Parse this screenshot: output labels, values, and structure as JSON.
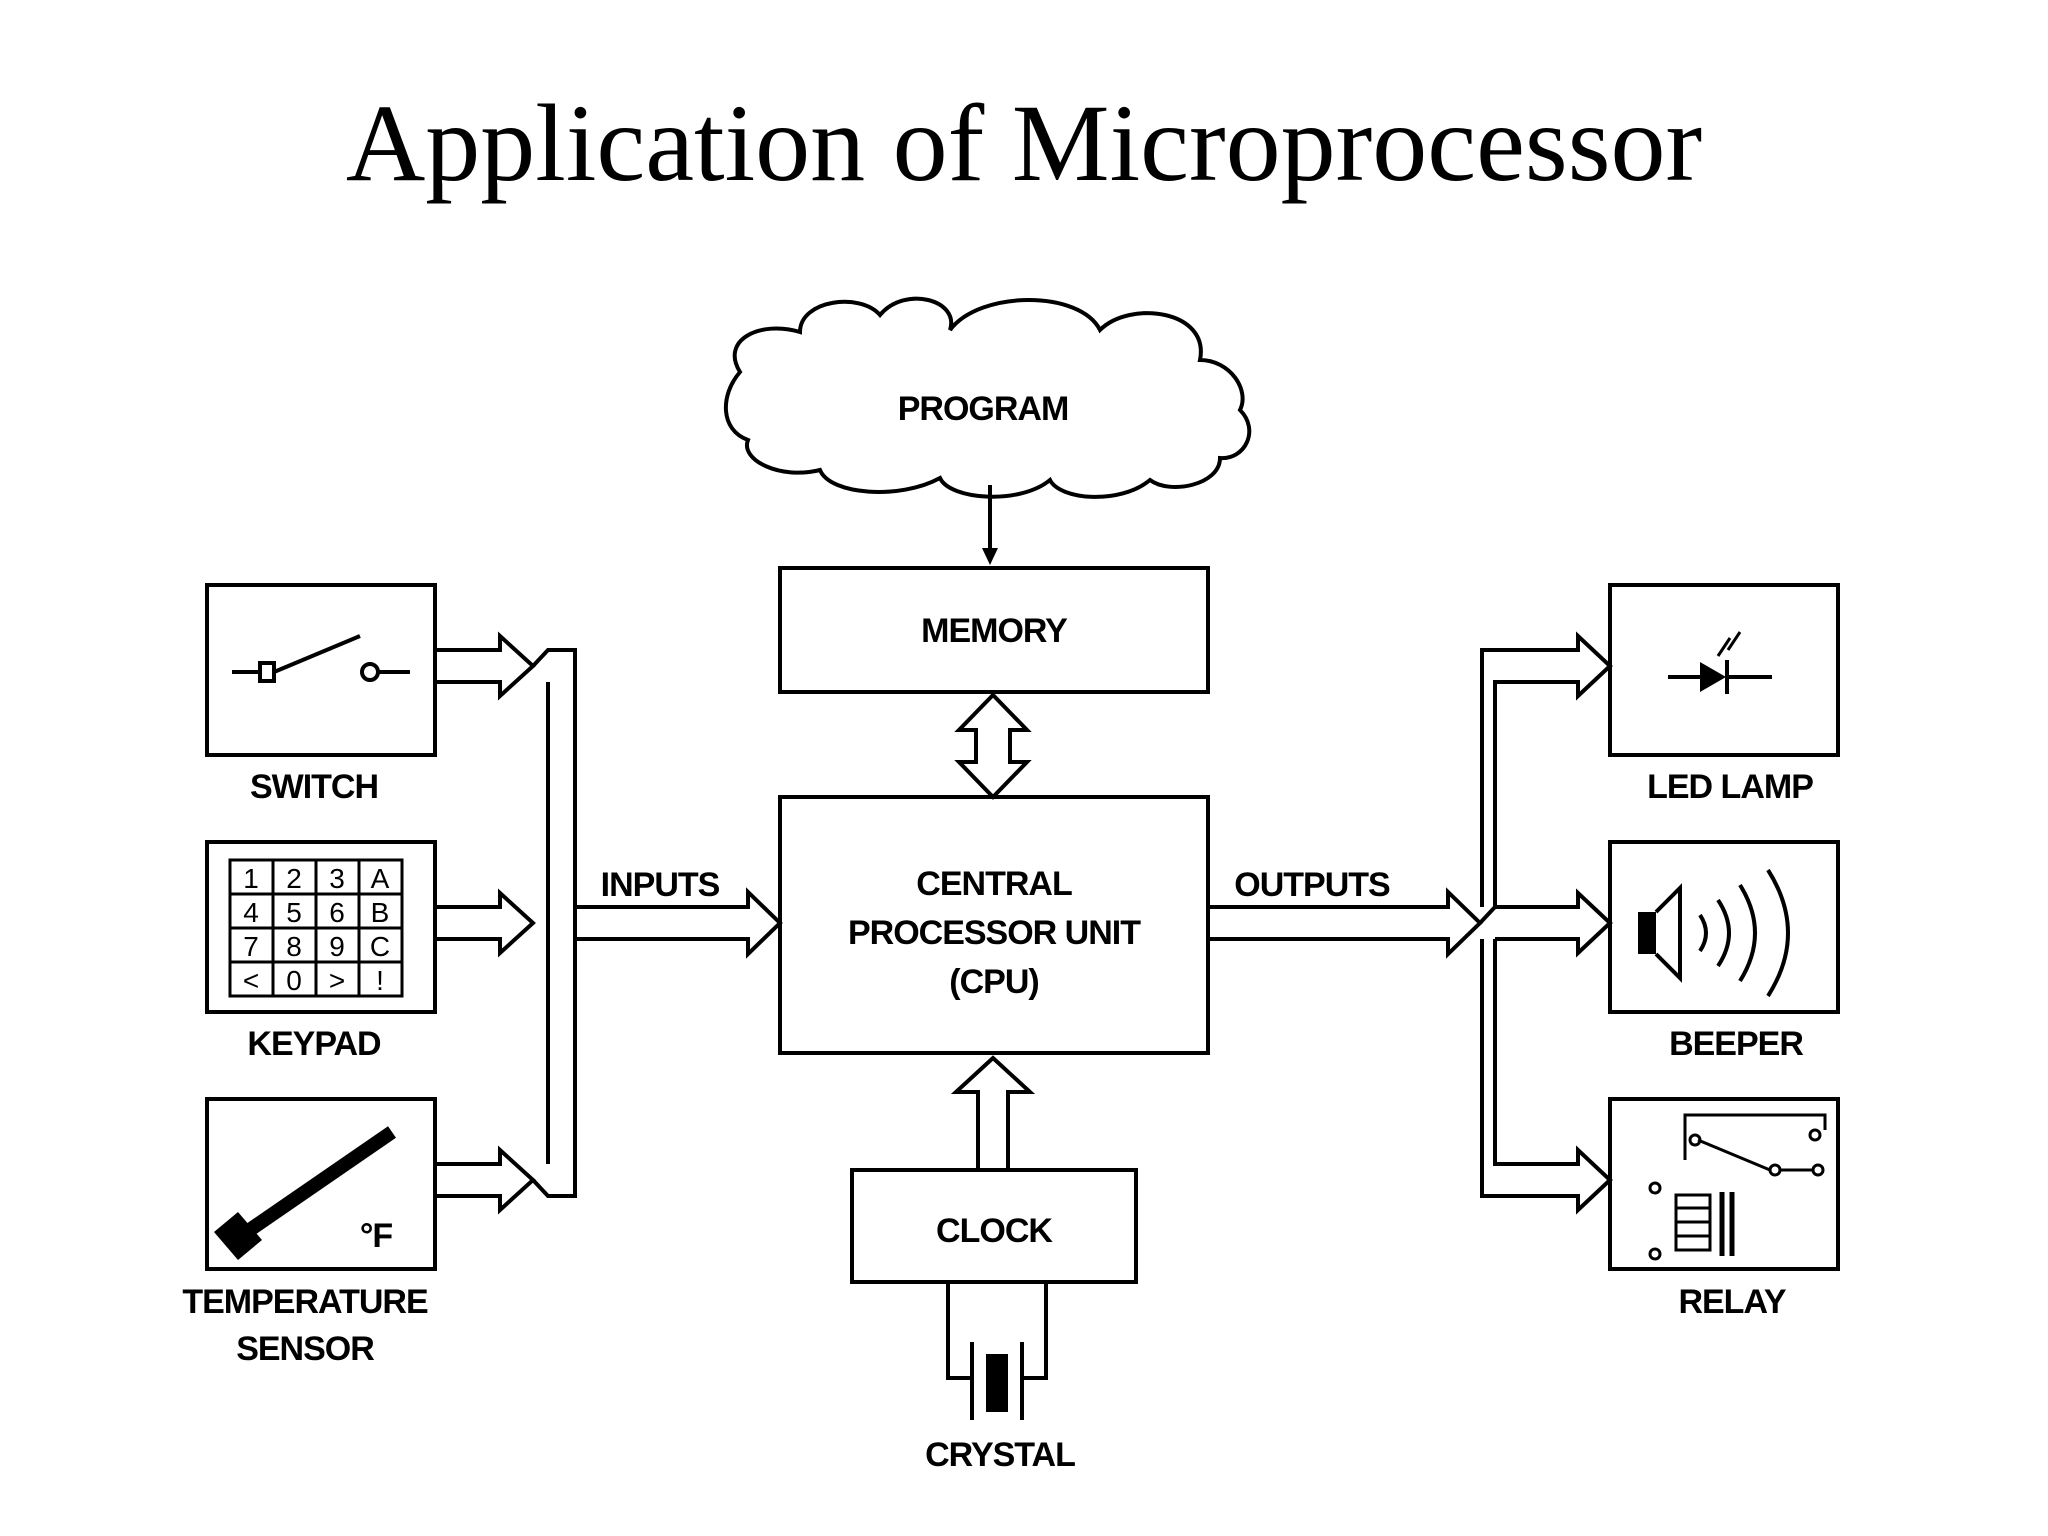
{
  "title": "Application of Microprocessor",
  "labels": {
    "program": "PROGRAM",
    "memory": "MEMORY",
    "cpu_line1": "CENTRAL",
    "cpu_line2": "PROCESSOR UNIT",
    "cpu_line3": "(CPU)",
    "clock": "CLOCK",
    "crystal": "CRYSTAL",
    "inputs": "INPUTS",
    "outputs": "OUTPUTS",
    "switch": "SWITCH",
    "keypad": "KEYPAD",
    "temp_line1": "TEMPERATURE",
    "temp_line2": "SENSOR",
    "temp_unit": "°F",
    "led_lamp": "LED LAMP",
    "beeper": "BEEPER",
    "relay": "RELAY"
  },
  "keypad_keys": [
    "1",
    "2",
    "3",
    "A",
    "4",
    "5",
    "6",
    "B",
    "7",
    "8",
    "9",
    "C",
    "<",
    "0",
    ">",
    "!"
  ]
}
